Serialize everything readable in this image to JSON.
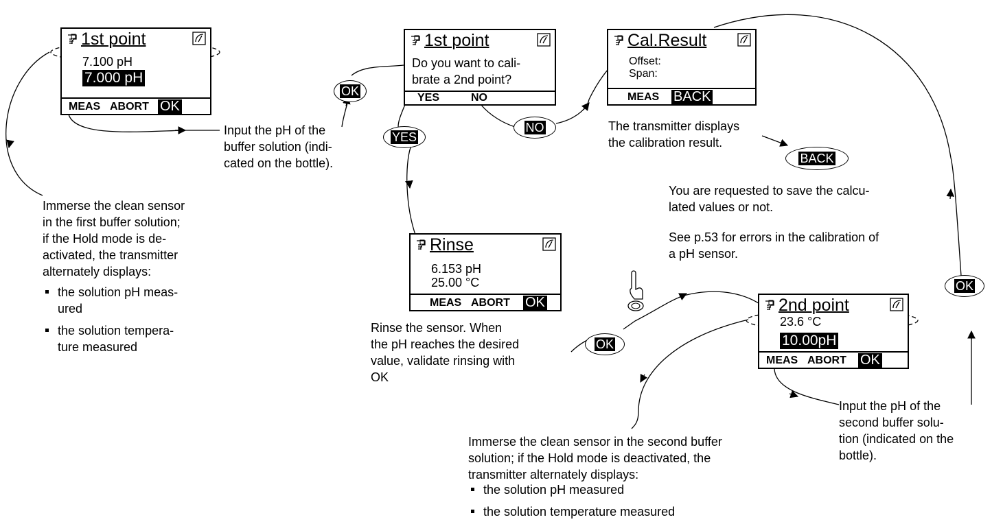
{
  "screens": {
    "first_point": {
      "title": "1st point",
      "reading": "7.100 pH",
      "input": "7.000 pH",
      "softkeys": [
        "MEAS",
        "ABORT"
      ],
      "selected_key": "OK"
    },
    "second_query": {
      "title": "1st point",
      "line1": "Do you want to cali-",
      "line2": "brate a 2nd point?",
      "softkeys": [
        "YES",
        "NO"
      ]
    },
    "cal_result": {
      "title": "Cal.Result",
      "line1": "Offset:",
      "line2": "Span:",
      "softkey": "MEAS",
      "selected_key": "BACK"
    },
    "rinse": {
      "title": "Rinse",
      "line1": "6.153 pH",
      "line2": "25.00 °C",
      "softkeys": [
        "MEAS",
        "ABORT"
      ],
      "selected_key": "OK"
    },
    "second_point": {
      "title": "2nd point",
      "reading": "23.6 °C",
      "input": "10.00pH",
      "softkeys": [
        "MEAS",
        "ABORT"
      ],
      "selected_key": "OK"
    }
  },
  "keys": {
    "ok": "OK",
    "yes": "YES",
    "no": "NO",
    "back": "BACK"
  },
  "notes": {
    "input_ph_first": [
      "Input the pH of the",
      "buffer solution (indi-",
      "cated on the bottle)."
    ],
    "immerse_first": [
      "Immerse the clean sensor",
      "in the first buffer solution;",
      "if the Hold mode is de-",
      "activated, the transmitter",
      "alternately displays:"
    ],
    "immerse_first_bullets": [
      "the solution pH meas-\nured",
      "the solution tempera-\nture measured"
    ],
    "cal_displays": [
      "The transmitter displays",
      "the calibration result."
    ],
    "save_request": [
      "You are requested to save the calcu-",
      "lated values or not."
    ],
    "see_page": [
      "See p.53 for errors in the calibration of",
      "a pH sensor."
    ],
    "rinse_note": [
      "Rinse the sensor. When",
      "the pH reaches the desired",
      "value, validate rinsing with",
      "OK"
    ],
    "immerse_second": [
      "Immerse the clean sensor in the second buffer",
      "solution; if the Hold mode is deactivated, the",
      "transmitter alternately displays:"
    ],
    "immerse_second_bullets": [
      "the solution pH measured",
      "the solution temperature measured"
    ],
    "input_ph_second": [
      "Input the pH of the",
      "second buffer solu-",
      "tion (indicated on the",
      "bottle)."
    ]
  },
  "colors": {
    "ink": "#000000",
    "paper": "#ffffff"
  },
  "icons": [
    "probe-icon",
    "gauge-icon",
    "press-finger-icon"
  ]
}
